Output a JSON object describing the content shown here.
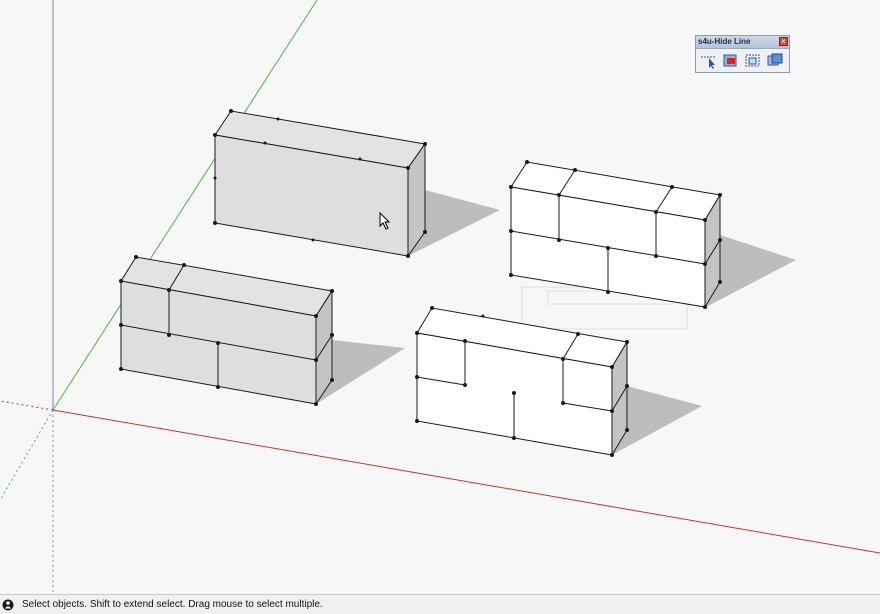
{
  "toolbar": {
    "title": "s4u-Hide Line",
    "close_glyph": "×",
    "tools": [
      {
        "name": "hide-line-select-tool",
        "icon": "select-arrow-icon"
      },
      {
        "name": "hide-line-red-tool",
        "icon": "red-square-icon"
      },
      {
        "name": "hide-line-face-tool",
        "icon": "dashed-square-icon"
      },
      {
        "name": "hide-line-overlap-tool",
        "icon": "overlap-squares-icon"
      }
    ]
  },
  "status": {
    "text": "Select objects. Shift to extend select. Drag mouse to select multiple.",
    "icon": "info-person-icon"
  },
  "colors": {
    "background": "#f7f7f7",
    "green_axis": "#4ab54a",
    "red_axis": "#c0392b",
    "blue_axis": "#7d84c4",
    "face_top": "#e3e3e3",
    "face_front": "#dedede",
    "face_side": "#c4c4c4",
    "shadow": "#bdbdbd",
    "edge": "#1a1a1a"
  }
}
